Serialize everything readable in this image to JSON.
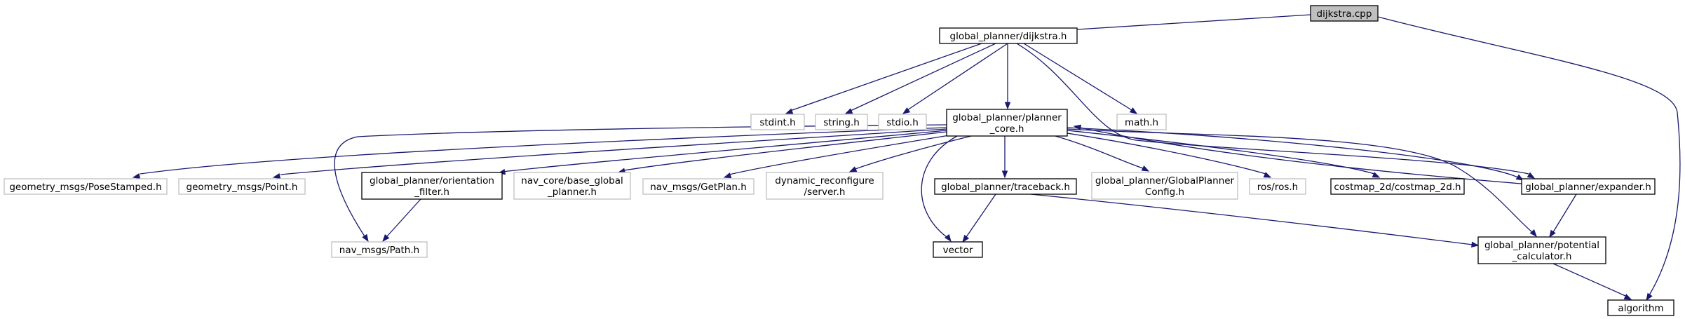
{
  "diagram": {
    "nodes": [
      {
        "id": "dijkstra_cpp",
        "lines": [
          "dijkstra.cpp"
        ],
        "style": "root"
      },
      {
        "id": "dijkstra_h",
        "lines": [
          "global_planner/dijkstra.h"
        ],
        "style": "local"
      },
      {
        "id": "stdint_h",
        "lines": [
          "stdint.h"
        ],
        "style": "external"
      },
      {
        "id": "string_h",
        "lines": [
          "string.h"
        ],
        "style": "external"
      },
      {
        "id": "stdio_h",
        "lines": [
          "stdio.h"
        ],
        "style": "external"
      },
      {
        "id": "planner_core_h",
        "lines": [
          "global_planner/planner",
          "_core.h"
        ],
        "style": "local"
      },
      {
        "id": "math_h",
        "lines": [
          "math.h"
        ],
        "style": "external"
      },
      {
        "id": "pose_stamped_h",
        "lines": [
          "geometry_msgs/PoseStamped.h"
        ],
        "style": "external"
      },
      {
        "id": "point_h",
        "lines": [
          "geometry_msgs/Point.h"
        ],
        "style": "external"
      },
      {
        "id": "orientation_filter_h",
        "lines": [
          "global_planner/orientation",
          "_filter.h"
        ],
        "style": "local"
      },
      {
        "id": "base_global_planner_h",
        "lines": [
          "nav_core/base_global",
          "_planner.h"
        ],
        "style": "external"
      },
      {
        "id": "get_plan_h",
        "lines": [
          "nav_msgs/GetPlan.h"
        ],
        "style": "external"
      },
      {
        "id": "dyn_server_h",
        "lines": [
          "dynamic_reconfigure",
          "/server.h"
        ],
        "style": "external"
      },
      {
        "id": "traceback_h",
        "lines": [
          "global_planner/traceback.h"
        ],
        "style": "local"
      },
      {
        "id": "gp_config_h",
        "lines": [
          "global_planner/GlobalPlanner",
          "Config.h"
        ],
        "style": "external"
      },
      {
        "id": "ros_h",
        "lines": [
          "ros/ros.h"
        ],
        "style": "external"
      },
      {
        "id": "costmap_2d_h",
        "lines": [
          "costmap_2d/costmap_2d.h"
        ],
        "style": "local"
      },
      {
        "id": "expander_h",
        "lines": [
          "global_planner/expander.h"
        ],
        "style": "local"
      },
      {
        "id": "path_h",
        "lines": [
          "nav_msgs/Path.h"
        ],
        "style": "external"
      },
      {
        "id": "vector",
        "lines": [
          "vector"
        ],
        "style": "local"
      },
      {
        "id": "potential_calculator_h",
        "lines": [
          "global_planner/potential",
          "_calculator.h"
        ],
        "style": "local"
      },
      {
        "id": "algorithm",
        "lines": [
          "algorithm"
        ],
        "style": "local"
      }
    ],
    "edges": [
      {
        "from": "dijkstra_cpp",
        "to": "dijkstra_h"
      },
      {
        "from": "dijkstra_cpp",
        "to": "algorithm"
      },
      {
        "from": "dijkstra_h",
        "to": "stdint_h"
      },
      {
        "from": "dijkstra_h",
        "to": "string_h"
      },
      {
        "from": "dijkstra_h",
        "to": "stdio_h"
      },
      {
        "from": "dijkstra_h",
        "to": "planner_core_h"
      },
      {
        "from": "dijkstra_h",
        "to": "math_h"
      },
      {
        "from": "dijkstra_h",
        "to": "expander_h"
      },
      {
        "from": "planner_core_h",
        "to": "pose_stamped_h"
      },
      {
        "from": "planner_core_h",
        "to": "point_h"
      },
      {
        "from": "planner_core_h",
        "to": "orientation_filter_h"
      },
      {
        "from": "planner_core_h",
        "to": "base_global_planner_h"
      },
      {
        "from": "planner_core_h",
        "to": "get_plan_h"
      },
      {
        "from": "planner_core_h",
        "to": "dyn_server_h"
      },
      {
        "from": "planner_core_h",
        "to": "traceback_h"
      },
      {
        "from": "planner_core_h",
        "to": "gp_config_h"
      },
      {
        "from": "planner_core_h",
        "to": "ros_h"
      },
      {
        "from": "planner_core_h",
        "to": "costmap_2d_h"
      },
      {
        "from": "planner_core_h",
        "to": "expander_h"
      },
      {
        "from": "planner_core_h",
        "to": "path_h"
      },
      {
        "from": "planner_core_h",
        "to": "vector"
      },
      {
        "from": "planner_core_h",
        "to": "potential_calculator_h"
      },
      {
        "from": "orientation_filter_h",
        "to": "path_h"
      },
      {
        "from": "traceback_h",
        "to": "vector"
      },
      {
        "from": "traceback_h",
        "to": "potential_calculator_h"
      },
      {
        "from": "expander_h",
        "to": "planner_core_h"
      },
      {
        "from": "expander_h",
        "to": "potential_calculator_h"
      },
      {
        "from": "potential_calculator_h",
        "to": "algorithm"
      }
    ]
  },
  "colors": {
    "edge": "#191970",
    "local_border": "#000000",
    "external_border": "#bfbfbf",
    "root_fill": "#bfbfbf",
    "text": "#000000"
  }
}
